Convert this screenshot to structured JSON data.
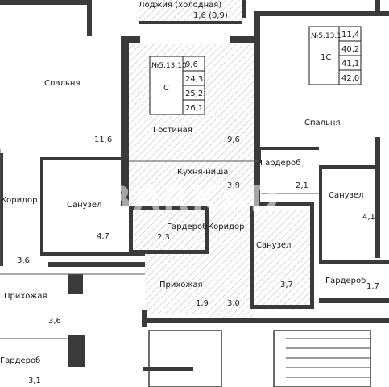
{
  "watermark": "BARKAD",
  "balcony": {
    "name": "Лоджия (холодная)",
    "area": "1,6 (0,9)"
  },
  "apartment_left": {
    "code": "№5.13.10",
    "type": "С",
    "areas": [
      "9,6",
      "24,3",
      "25,2",
      "26,1"
    ]
  },
  "apartment_right": {
    "code": "№5.13.1",
    "type": "1С",
    "areas": [
      "11,4",
      "40,2",
      "41,1",
      "42,0"
    ]
  },
  "rooms": {
    "bedroom_left": {
      "name": "Спальня",
      "area": "11,6"
    },
    "corridor_left": {
      "name": "Коридор",
      "area": "3,6"
    },
    "bath_left": {
      "name": "Санузел",
      "area": "4,7"
    },
    "hall_left": {
      "name": "Прихожая",
      "area": "3,6"
    },
    "wardrobe_left": {
      "name": "Гардероб",
      "area": "3,1"
    },
    "living": {
      "name": "Гостиная",
      "area": "9,6"
    },
    "kitchen": {
      "name": "Кухня-ниша",
      "area": "3,8"
    },
    "wardrobe_mid": {
      "name": "Гардероб",
      "area": "2,3"
    },
    "corridor_mid": {
      "name": "Коридор",
      "area": "3,0"
    },
    "hall_mid": {
      "name": "Прихожая",
      "area": "1,9"
    },
    "bath_mid": {
      "name": "Санузел",
      "area": "3,7"
    },
    "bedroom_right": {
      "name": "Спальня"
    },
    "wardrobe_right": {
      "name": "Гардероб",
      "area": "2,1"
    },
    "bath_right": {
      "name": "Санузел",
      "area": "4,1"
    },
    "wardrobe_right2": {
      "name": "Гардероб",
      "area": "1,7"
    }
  }
}
